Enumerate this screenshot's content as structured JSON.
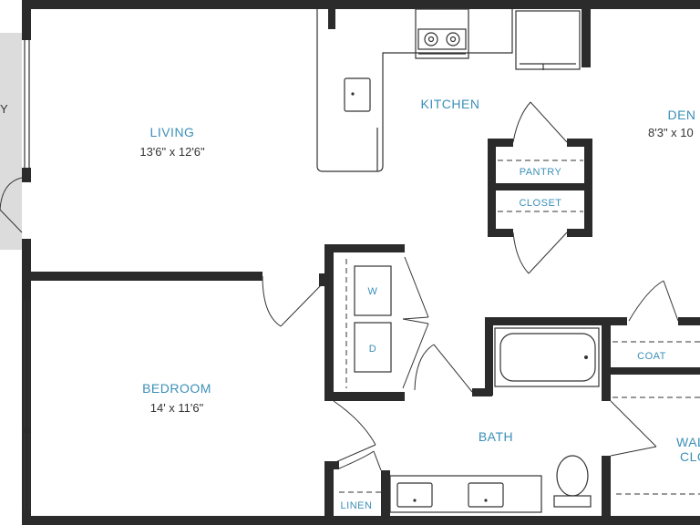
{
  "rooms": {
    "living": {
      "name": "LIVING",
      "dims": "13'6\" x 12'6\""
    },
    "kitchen": {
      "name": "KITCHEN"
    },
    "den": {
      "name": "DEN",
      "dims": "8'3\" x 10"
    },
    "bedroom": {
      "name": "BEDROOM",
      "dims": "14' x 11'6\""
    },
    "bath": {
      "name": "BATH"
    },
    "walk_in_closet": {
      "name_line1": "WAL",
      "name_line2": "CLO"
    }
  },
  "labels": {
    "pantry": "PANTRY",
    "closet": "CLOSET",
    "coat": "COAT",
    "linen": "LINEN",
    "washer": "W",
    "dryer": "D",
    "balcony_fragment": "Y"
  },
  "colors": {
    "wall": "#2b2b2b",
    "label": "#3b8fb8",
    "balcony": "#dcdcdc"
  }
}
